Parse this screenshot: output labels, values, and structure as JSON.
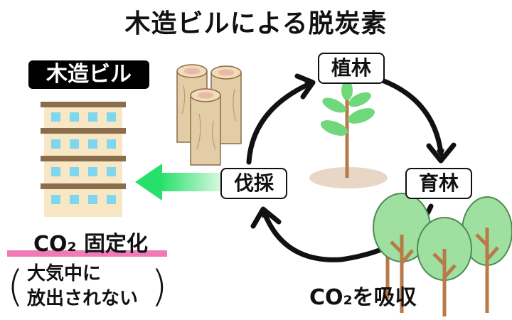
{
  "title": "木造ビルによる脱炭素",
  "building_label": "木造ビル",
  "cycle": {
    "plant": "植林",
    "grow": "育林",
    "cut": "伐採"
  },
  "co2_fixed": "CO₂ 固定化",
  "note_line1": "大気中に",
  "note_line2": "放出されない",
  "co2_absorb": "CO₂を吸収",
  "paren_open": "(",
  "paren_close": ")",
  "colors": {
    "arrow_green": "#2fdc6a",
    "leaf_green": "#6fd87a",
    "tree_green": "#9fe0a0",
    "trunk_brown": "#b97a4a",
    "building_beige": "#f7e7c4",
    "floor_brown": "#8a6d4b",
    "window_blue": "#7fd6ef",
    "log_tan": "#e3cda6",
    "highlight_pink": "#f07ab8"
  }
}
